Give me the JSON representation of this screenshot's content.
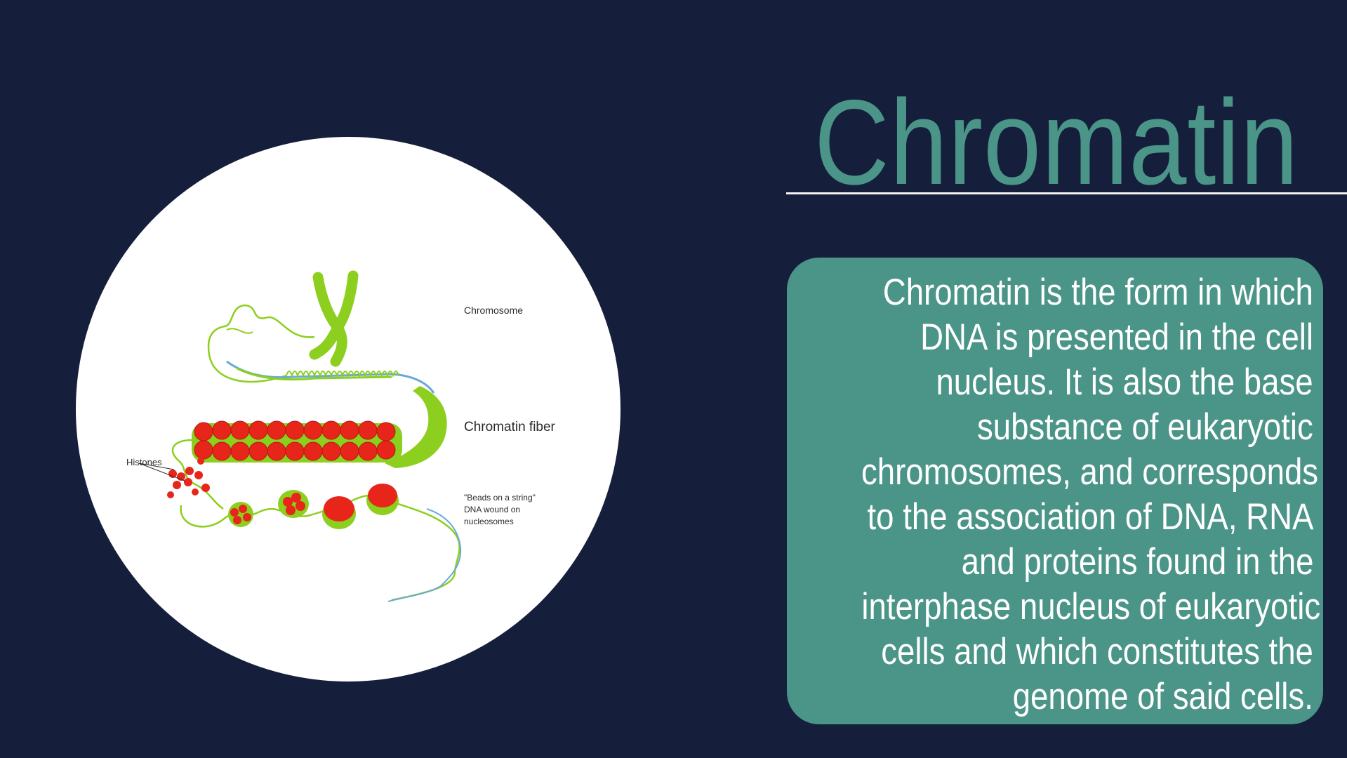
{
  "slide": {
    "title": "Chromatin",
    "body_lines": [
      "Chromatin is the form in which",
      "DNA is presented in the cell",
      "nucleus. It is also the base",
      "substance of eukaryotic",
      "chromosomes, and corresponds",
      "to the association of DNA, RNA",
      "and proteins found in the",
      "interphase nucleus of eukaryotic",
      "cells and which constitutes the",
      "genome of said cells."
    ]
  },
  "diagram": {
    "labels": {
      "chromosome": "Chromosome",
      "chromatin_fiber": "Chromatin fiber",
      "histones": "Histones",
      "beads_line1": "\"Beads on a string\"",
      "beads_line2": "DNA wound on",
      "beads_line3": "nucleosomes"
    }
  },
  "colors": {
    "background": "#151f3c",
    "accent": "#4a9488",
    "chromosome_green": "#8ccf1e",
    "histone_red": "#e8251a"
  }
}
